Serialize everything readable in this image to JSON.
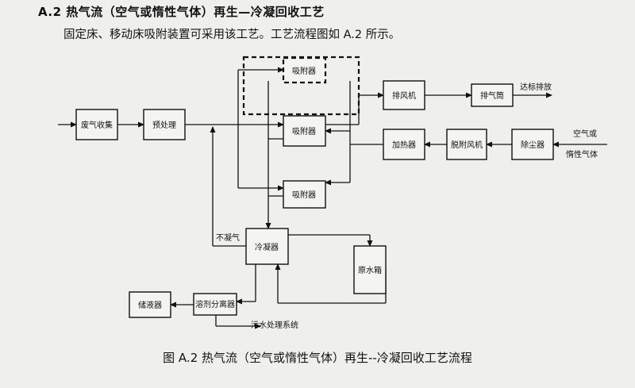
{
  "section": {
    "title": "A.2 热气流（空气或惰性气体）再生—冷凝回收工艺",
    "intro": "固定床、移动床吸附装置可采用该工艺。工艺流程图如 A.2 所示。"
  },
  "diagram": {
    "nodes": {
      "waste_gas_collection": "废气收集",
      "pretreatment": "预处理",
      "adsorber_standby": "吸附器",
      "adsorber_top": "吸附器",
      "adsorber_bottom": "吸附器",
      "exhaust_fan": "排风机",
      "exhaust_stack": "排气筒",
      "heater": "加热器",
      "desorption_fan": "脱附风机",
      "dust_remover": "除尘器",
      "condenser": "冷凝器",
      "raw_water_tank": "原水箱",
      "solvent_separator": "溶剂分离器",
      "liquid_storage": "储液器"
    },
    "labels": {
      "discharge": "达标排放",
      "air_or": "空气或",
      "inert_gas": "惰性气体",
      "noncondensable": "不凝气",
      "sewage_system": "污水处理系统"
    }
  },
  "caption": "图 A.2 热气流（空气或惰性气体）再生--冷凝回收工艺流程"
}
